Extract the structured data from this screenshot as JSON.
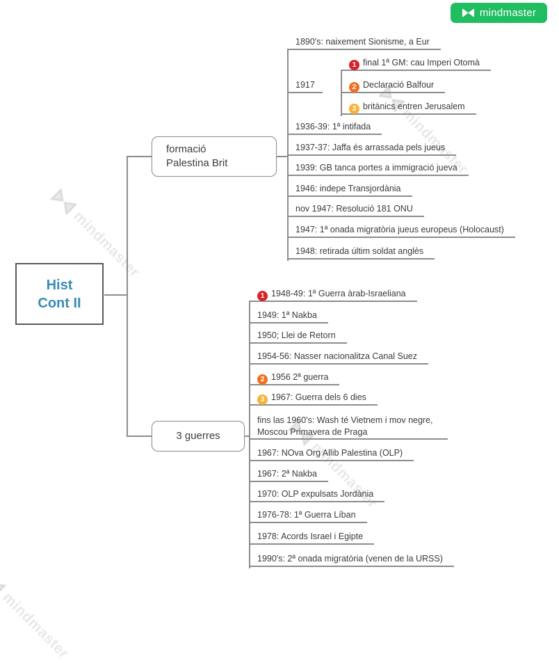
{
  "app": {
    "logo_text": "mindmaster",
    "logo_bg_color": "#20be60",
    "watermark_text": "mindmaster"
  },
  "palette": {
    "badge_1_color": "#d9232a",
    "badge_2_color": "#f26f21",
    "badge_3_color": "#f9b233",
    "line_color": "#8c8c8c",
    "root_text_color": "#3a8cb4"
  },
  "root": {
    "line1": "Hist",
    "line2": "Cont II"
  },
  "branch1": {
    "label_line1": "formació",
    "label_line2": "Palestina Brit",
    "items": [
      {
        "text": "1890's: naixement Sionisme, a Eur"
      },
      {
        "text": "1917"
      },
      {
        "badge": "1",
        "text": "final 1ª GM: cau Imperi Otomà"
      },
      {
        "badge": "2",
        "text": "Declaració Balfour"
      },
      {
        "badge": "3",
        "text": "britànics entren Jerusalem"
      },
      {
        "text": "1936-39: 1ª intifada"
      },
      {
        "text": "1937-37: Jaffa és arrassada pels jueus"
      },
      {
        "text": "1939: GB tanca portes a immigració jueva"
      },
      {
        "text": "1946: indepe Transjordània"
      },
      {
        "text": "nov 1947: Resolució 181 ONU"
      },
      {
        "text": "1947: 1ª onada migratòria jueus europeus (Holocaust)"
      },
      {
        "text": "1948: retirada últim soldat anglès"
      }
    ]
  },
  "branch2": {
    "label": "3 guerres",
    "items": [
      {
        "badge": "1",
        "text": "1948-49: 1ª Guerra àrab-Israeliana"
      },
      {
        "text": "1949: 1ª Nakba"
      },
      {
        "text": "1950; Llei de Retorn"
      },
      {
        "text": "1954-56: Nasser nacionalitza Canal Suez"
      },
      {
        "badge": "2",
        "text": "1956 2ª guerra"
      },
      {
        "badge": "3",
        "text": "1967: Guerra dels 6 dies"
      },
      {
        "text": "fins las 1960's: Wash té Vietnem i mov negre, Moscou Primavera de Praga"
      },
      {
        "text": "1967: NOva Org Allib Palestina (OLP)"
      },
      {
        "text": "1967: 2ª Nakba"
      },
      {
        "text": "1970: OLP expulsats Jordània"
      },
      {
        "text": "1976-78: 1ª Guerra Líban"
      },
      {
        "text": "1978: Acords Israel i Egipte"
      },
      {
        "text": "1990's: 2ª onada migratòria (venen de la URSS)"
      }
    ]
  }
}
